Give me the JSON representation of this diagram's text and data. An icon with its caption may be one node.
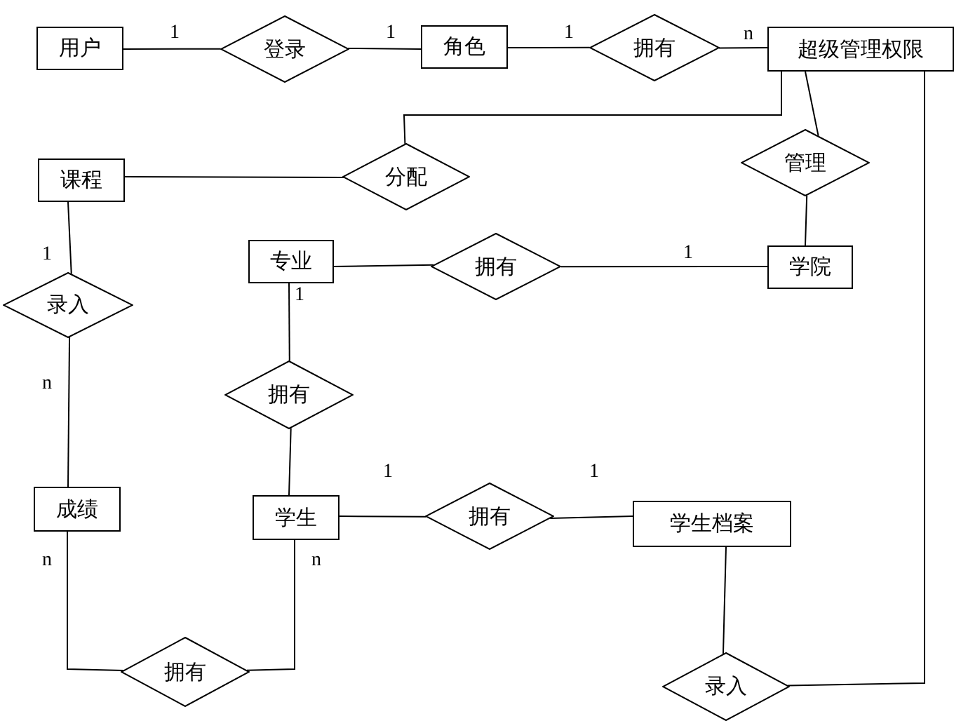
{
  "diagram": {
    "nodes": [
      {
        "text": [
          "用户"
        ]
      },
      {
        "text": [
          "登录"
        ]
      },
      {
        "text": [
          "角色"
        ]
      },
      {
        "text": [
          "拥有"
        ]
      },
      {
        "text": [
          "超级管理权限"
        ]
      },
      {
        "text": [
          "课程"
        ]
      },
      {
        "text": [
          "分配"
        ]
      },
      {
        "text": [
          "管理"
        ]
      },
      {
        "text": [
          "专业"
        ]
      },
      {
        "text": [
          "拥有"
        ]
      },
      {
        "text": [
          "学院"
        ]
      },
      {
        "text": [
          "录入"
        ]
      },
      {
        "text": [
          "拥有"
        ]
      },
      {
        "text": [
          "成绩"
        ]
      },
      {
        "text": [
          "学生"
        ]
      },
      {
        "text": [
          "拥有"
        ]
      },
      {
        "text": [
          "学生档案"
        ]
      },
      {
        "text": [
          "拥有"
        ]
      },
      {
        "text": [
          "录入"
        ]
      }
    ],
    "edges": [
      {
        "from": 0,
        "to": 1,
        "arrow": "none",
        "label": "1"
      },
      {
        "from": 1,
        "to": 2,
        "arrow": "none",
        "label": "1"
      },
      {
        "from": 2,
        "to": 3,
        "arrow": "none",
        "label": "1"
      },
      {
        "from": 3,
        "to": 4,
        "arrow": "none",
        "label": "n"
      },
      {
        "from": 4,
        "to": 6,
        "arrow": "none"
      },
      {
        "from": 6,
        "to": 5,
        "arrow": "none"
      },
      {
        "from": 4,
        "to": 7,
        "arrow": "none"
      },
      {
        "from": 7,
        "to": 10,
        "arrow": "none"
      },
      {
        "from": 5,
        "to": 11,
        "arrow": "none",
        "label": "1"
      },
      {
        "from": 11,
        "to": 13,
        "arrow": "none",
        "label": "n"
      },
      {
        "from": 8,
        "to": 9,
        "arrow": "none"
      },
      {
        "from": 9,
        "to": 10,
        "arrow": "none",
        "label": "1"
      },
      {
        "from": 8,
        "to": 12,
        "arrow": "none",
        "label": "1"
      },
      {
        "from": 12,
        "to": 14,
        "arrow": "none"
      },
      {
        "from": 14,
        "to": 15,
        "arrow": "none",
        "label": "1"
      },
      {
        "from": 15,
        "to": 16,
        "arrow": "none",
        "label": "1"
      },
      {
        "from": 13,
        "to": 17,
        "arrow": "none",
        "label": "n"
      },
      {
        "from": 14,
        "to": 17,
        "arrow": "none",
        "label": "n"
      },
      {
        "from": 16,
        "to": 18,
        "arrow": "none"
      },
      {
        "from": 4,
        "to": 18,
        "arrow": "none"
      }
    ]
  }
}
